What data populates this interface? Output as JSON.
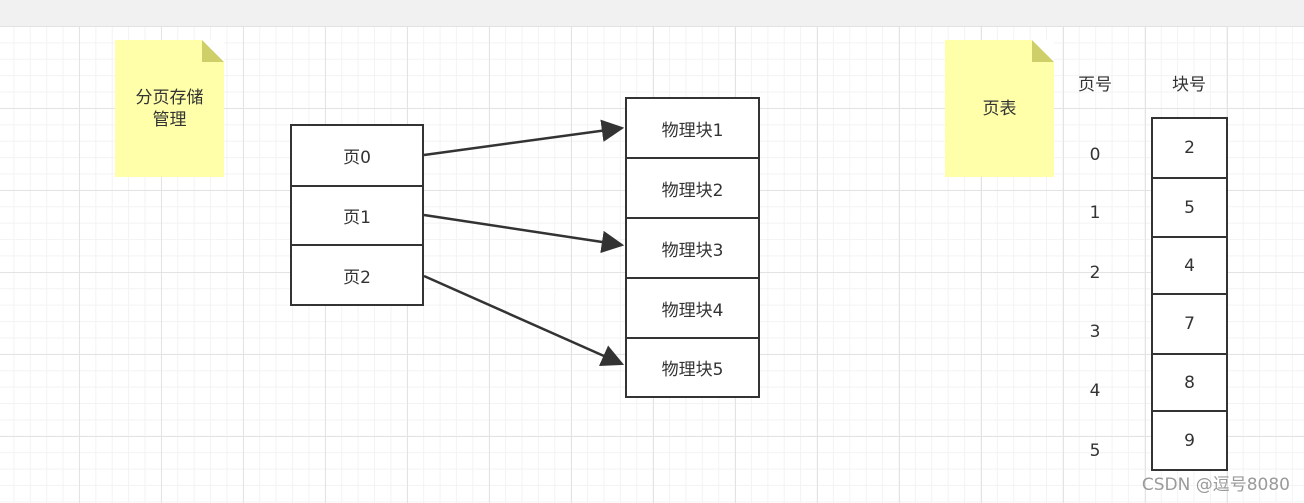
{
  "notes": {
    "paging": "分页存储\n管理",
    "page_table": "页表"
  },
  "pages": [
    "页0",
    "页1",
    "页2"
  ],
  "physical_blocks": [
    "物理块1",
    "物理块2",
    "物理块3",
    "物理块4",
    "物理块5"
  ],
  "mappings": [
    {
      "page": 0,
      "block": 0
    },
    {
      "page": 1,
      "block": 2
    },
    {
      "page": 2,
      "block": 4
    }
  ],
  "page_table": {
    "page_header": "页号",
    "block_header": "块号",
    "page_numbers": [
      "0",
      "1",
      "2",
      "3",
      "4",
      "5"
    ],
    "block_numbers": [
      "2",
      "5",
      "4",
      "7",
      "8",
      "9"
    ]
  },
  "watermark": "CSDN @逗号8080",
  "colors": {
    "note_fill": "#ffffaa",
    "note_fold": "#cfcf6a",
    "stroke": "#333333"
  }
}
